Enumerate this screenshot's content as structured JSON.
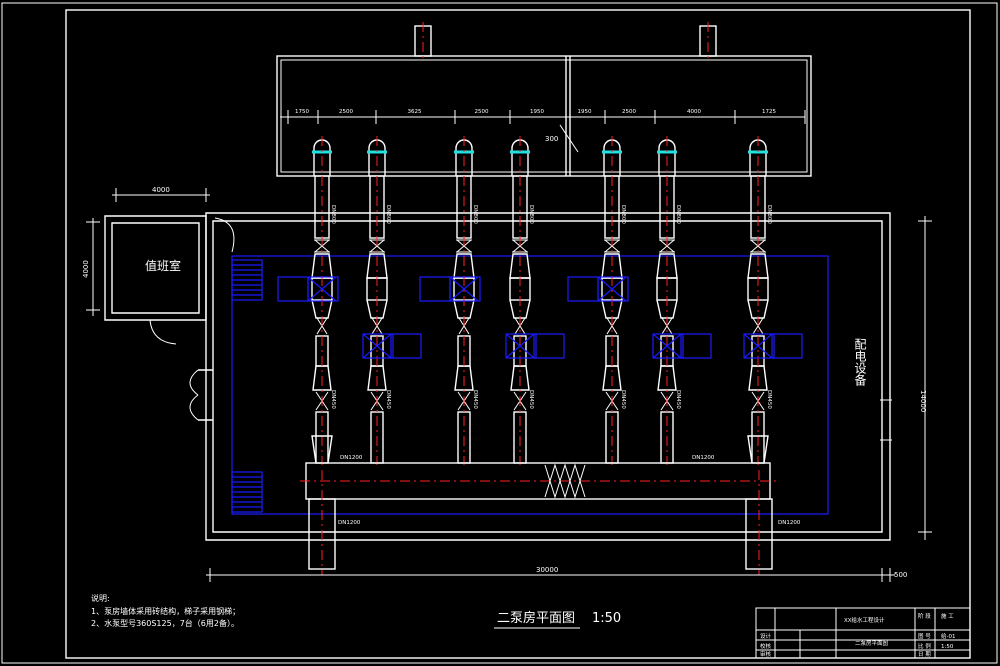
{
  "rooms": {
    "duty_room": "值班室",
    "electrical_equipment": "配电设备"
  },
  "title": {
    "main": "二泵房平面图",
    "scale": "1:50"
  },
  "notes": {
    "heading": "说明:",
    "line1": "1、泵房墙体采用砖结构，梯子采用钢梯；",
    "line2": "2、水泵型号360S125，7台（6用2备）。"
  },
  "dimensions": {
    "top_segments": [
      "1750",
      "2500",
      "3625",
      "2500",
      "1950",
      "1950",
      "2500",
      "4000",
      "1725"
    ],
    "gap": "300",
    "duty_width": "4000",
    "duty_height": "4000",
    "overall_width": "30000",
    "overall_height": "14000",
    "wall_offset": "500"
  },
  "pipes": {
    "suction_labels": [
      "DN800",
      "DN800",
      "DN800",
      "DN800",
      "DN800",
      "DN800",
      "DN800"
    ],
    "discharge_labels": [
      "DN450",
      "DN450",
      "DN450",
      "DN450",
      "DN450",
      "DN450",
      "DN450"
    ],
    "header_1": "DN1200",
    "header_2": "DN1200",
    "header_3": "DN1200",
    "header_4": "DN1200"
  },
  "title_block": {
    "design_unit": "XX给水工程设计",
    "drawing_name": "二泵房平面图",
    "row_labels": [
      "设计",
      "校核",
      "审核"
    ],
    "stage_label": "阶 段",
    "stage_value": "施 工",
    "sheet_label": "图 号",
    "sheet_value": "给-01",
    "scale_label": "比 例",
    "scale_value": "1:50",
    "date_label": "日 期"
  },
  "colors": {
    "background": "#000000",
    "lines": "#ffffff",
    "pump_area": "#1a1aff",
    "centerline": "#ff2020",
    "flange": "#20e0e0"
  }
}
